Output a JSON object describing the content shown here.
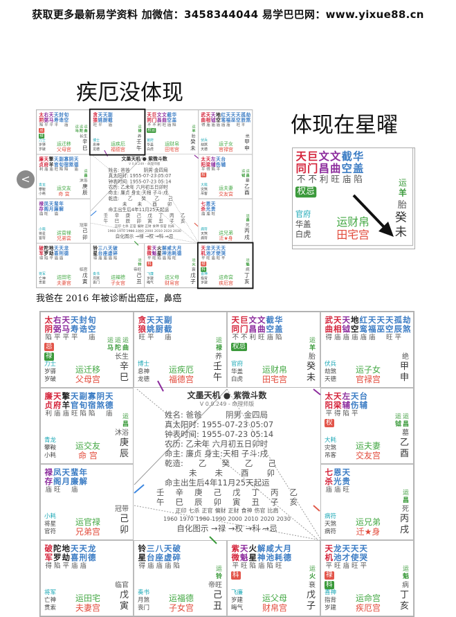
{
  "banner": "获取更多最新易学资料 加微信：3458344044 易学巴巴网：www.yixue88.cn",
  "heading_left": "疾厄没体现",
  "heading_right": "体现在星曜",
  "caption": "我爸在 2016 年被诊断出癌症，鼻癌",
  "carousel_prev": "<",
  "colors": {
    "main": "#d4233a",
    "aux": "#8b2a9c",
    "minor": "#3b7cc4",
    "sha": "#222222",
    "yun": "#44a844",
    "palace": "#e24a3a",
    "highlight_frame": "#111111"
  },
  "highlighted_palaces": [
    "午",
    "亥"
  ],
  "center": {
    "title": "文墨天机 ● 紫微斗数",
    "version": "V 0.9.249 - 命理师版",
    "lines": [
      "姓名: 爸爸　　　阴男 金四局",
      "真太阳时: 1955-07-23 05:07",
      "钟表时间: 1955-07-23 05:14",
      "农历: 乙未年 六月初五日卯时",
      "命主: 廉贞 身主:天相 子斗:戌"
    ],
    "bazi_label": "乾造:",
    "bazi_stems": [
      "乙",
      "癸",
      "乙",
      "己"
    ],
    "bazi_branches": [
      "未",
      "未",
      "酉",
      "卯"
    ],
    "qiyun": "命主出生后4年11月25天起运",
    "dayun_stems": [
      "壬",
      "辛",
      "庚",
      "己",
      "戊",
      "丁",
      "丙",
      "乙"
    ],
    "dayun_branches": [
      "午",
      "巳",
      "辰",
      "卯",
      "寅",
      "丑",
      "子",
      "亥"
    ],
    "dayun_gods": [
      "正印",
      "七杀",
      "正官",
      "偏财",
      "正财",
      "食神",
      "伤官",
      "比肩"
    ],
    "dayun_years": [
      "1960",
      "1970",
      "1980",
      "1990",
      "2000",
      "2010",
      "2020",
      "2030"
    ],
    "sihua_legend": "自化图示 →禄 →权 →科 →忌"
  },
  "palaces": [
    {
      "branch": "巳",
      "stem": "辛",
      "stage": "长生",
      "stars": [
        {
          "n": "太阴",
          "br": "陷",
          "c": "main"
        },
        {
          "n": "右弼",
          "br": "平",
          "c": "aux"
        },
        {
          "n": "天马",
          "br": "平",
          "c": "aux"
        },
        {
          "n": "天寿",
          "br": "平",
          "c": "minor"
        },
        {
          "n": "封诰",
          "br": "",
          "c": "minor"
        },
        {
          "n": "旬空",
          "br": "庙",
          "c": "minor"
        }
      ],
      "sihua": [
        {
          "l": "忌",
          "c": "red"
        },
        {
          "l": "禄",
          "c": "green"
        }
      ],
      "yun": [
        "运马",
        "运陀",
        "运曲"
      ],
      "minor": [
        "力士",
        "岁驿",
        "岁破"
      ],
      "yun_name": "运迁移",
      "palace": "父母宫"
    },
    {
      "branch": "午",
      "stem": "壬",
      "stage": "养",
      "stars": [
        {
          "n": "贪狼",
          "br": "旺",
          "c": "main"
        },
        {
          "n": "天姚",
          "br": "平",
          "c": "minor"
        },
        {
          "n": "天厨",
          "br": "",
          "c": "minor"
        },
        {
          "n": "副截",
          "br": "庙",
          "c": "minor"
        }
      ],
      "sihua": [],
      "yun": [
        "运禄"
      ],
      "minor": [
        "博士",
        "息神",
        "龙德"
      ],
      "yun_name": "运疾厄",
      "palace": "福德宫"
    },
    {
      "branch": "未",
      "stem": "癸",
      "stage": "胎",
      "stars": [
        {
          "n": "天同",
          "br": "不",
          "c": "main"
        },
        {
          "n": "巨门",
          "br": "不",
          "c": "main"
        },
        {
          "n": "文昌",
          "br": "利",
          "c": "aux"
        },
        {
          "n": "文曲",
          "br": "旺",
          "c": "aux"
        },
        {
          "n": "截空",
          "br": "庙",
          "c": "minor"
        },
        {
          "n": "华盖",
          "br": "陷",
          "c": "minor"
        }
      ],
      "sihua": [
        {
          "l": "权忌",
          "c": "green"
        }
      ],
      "yun": [
        "运羊"
      ],
      "minor": [
        "官府",
        "华盖",
        "白虎"
      ],
      "yun_name": "运财帛",
      "palace": "田宅宫"
    },
    {
      "branch": "申",
      "stem": "甲",
      "stage": "绝",
      "stars": [
        {
          "n": "武曲",
          "br": "得",
          "c": "main"
        },
        {
          "n": "天相",
          "br": "庙",
          "c": "main"
        },
        {
          "n": "天钺",
          "br": "庙",
          "c": "aux"
        },
        {
          "n": "地空",
          "br": "庙",
          "c": "sha"
        },
        {
          "n": "红鸾",
          "br": "庙",
          "c": "minor"
        },
        {
          "n": "天福",
          "br": "庙",
          "c": "minor"
        },
        {
          "n": "天巫",
          "br": "",
          "c": "minor"
        },
        {
          "n": "天空",
          "br": "旺",
          "c": "minor"
        },
        {
          "n": "孤辰",
          "br": "平",
          "c": "minor"
        },
        {
          "n": "劫煞",
          "br": "",
          "c": "minor"
        }
      ],
      "sihua": [],
      "yun": [],
      "minor": [
        "伏兵",
        "劫煞",
        "天德"
      ],
      "yun_name": "运子女",
      "palace": "官禄宫"
    },
    {
      "branch": "辰",
      "stem": "庚",
      "stage": "沐浴",
      "stars": [
        {
          "n": "廉贞",
          "br": "利",
          "c": "main"
        },
        {
          "n": "天府",
          "br": "庙",
          "c": "main"
        },
        {
          "n": "擎羊",
          "br": "庙",
          "c": "sha"
        },
        {
          "n": "天官",
          "br": "旺",
          "c": "minor"
        },
        {
          "n": "副旬",
          "br": "陷",
          "c": "minor"
        },
        {
          "n": "寡宿",
          "br": "陷",
          "c": "minor"
        },
        {
          "n": "阴煞",
          "br": "",
          "c": "minor"
        },
        {
          "n": "天德",
          "br": "庙",
          "c": "minor"
        }
      ],
      "sihua": [],
      "yun": [
        "运昌"
      ],
      "minor": [
        "青龙",
        "攀鞍",
        "小耗"
      ],
      "yun_name": "运交友",
      "palace": "命 宫"
    },
    {
      "branch": "酉",
      "stem": "乙",
      "stage": "墓",
      "stars": [
        {
          "n": "太阳",
          "br": "平",
          "c": "main"
        },
        {
          "n": "天梁",
          "br": "得",
          "c": "main"
        },
        {
          "n": "左辅",
          "br": "陷",
          "c": "aux"
        },
        {
          "n": "天伤",
          "br": "平",
          "c": "minor"
        },
        {
          "n": "台辅",
          "br": "",
          "c": "minor"
        }
      ],
      "sihua": [
        {
          "l": "权",
          "c": "red"
        }
      ],
      "yun": [
        "运钺",
        "运昌"
      ],
      "minor": [
        "大耗",
        "灾煞",
        "吊客"
      ],
      "yun_name": "运夫妻",
      "palace": "交友宫"
    },
    {
      "branch": "卯",
      "stem": "己",
      "stage": "冠带",
      "stars": [
        {
          "n": "禄存",
          "br": "庙",
          "c": "aux"
        },
        {
          "n": "凤阁",
          "br": "旺",
          "c": "minor"
        },
        {
          "n": "天月",
          "br": "",
          "c": "minor"
        },
        {
          "n": "蜚廉",
          "br": "庙",
          "c": "minor"
        },
        {
          "n": "年解",
          "br": "",
          "c": "minor"
        }
      ],
      "sihua": [],
      "yun": [],
      "minor": [
        "小耗",
        "将星",
        "官符"
      ],
      "yun_name": "运官禄",
      "palace": "兄弟宫"
    },
    {
      "branch": "戌",
      "stem": "丙",
      "stage": "死",
      "stars": [
        {
          "n": "七杀",
          "br": "庙",
          "c": "main"
        },
        {
          "n": "恩光",
          "br": "庙",
          "c": "minor"
        },
        {
          "n": "天贵",
          "br": "旺",
          "c": "minor"
        }
      ],
      "sihua": [],
      "yun": [
        "运昌"
      ],
      "minor": [
        "病符",
        "天煞",
        "病符"
      ],
      "yun_name": "运兄弟",
      "palace": "迁★身"
    },
    {
      "branch": "寅",
      "stem": "戊",
      "stage": "临官",
      "stars": [
        {
          "n": "破军",
          "br": "得",
          "c": "main"
        },
        {
          "n": "陀罗",
          "br": "陷",
          "c": "sha"
        },
        {
          "n": "地劫",
          "br": "平",
          "c": "sha"
        },
        {
          "n": "天喜",
          "br": "庙",
          "c": "minor"
        },
        {
          "n": "天刑",
          "br": "庙",
          "c": "minor"
        },
        {
          "n": "龙德",
          "br": "",
          "c": "minor"
        }
      ],
      "sihua": [],
      "yun": [],
      "minor": [
        "将军",
        "亡神",
        "贯索"
      ],
      "yun_name": "运田宅",
      "palace": "夫妻宫"
    },
    {
      "branch": "丑",
      "stem": "己",
      "stage": "帝旺",
      "stars": [
        {
          "n": "铃星",
          "br": "得",
          "c": "sha"
        },
        {
          "n": "三台",
          "br": "庙",
          "c": "minor"
        },
        {
          "n": "八座",
          "br": "庙",
          "c": "minor"
        },
        {
          "n": "天虚",
          "br": "庙",
          "c": "minor"
        },
        {
          "n": "破碎",
          "br": "陷",
          "c": "minor"
        }
      ],
      "sihua": [],
      "yun": [
        "运铃"
      ],
      "minor": [
        "奏书",
        "月煞",
        "丧门"
      ],
      "yun_name": "运福德",
      "palace": "子女宫"
    },
    {
      "branch": "子",
      "stem": "戊",
      "stage": "衰",
      "stars": [
        {
          "n": "紫微",
          "br": "平",
          "c": "main"
        },
        {
          "n": "天魁",
          "br": "旺",
          "c": "aux"
        },
        {
          "n": "火星",
          "br": "陷",
          "c": "sha"
        },
        {
          "n": "解神",
          "br": "庙",
          "c": "minor"
        },
        {
          "n": "咸池",
          "br": "陷",
          "c": "minor"
        },
        {
          "n": "大耗",
          "br": "旺",
          "c": "minor"
        },
        {
          "n": "月德",
          "br": "",
          "c": "minor"
        }
      ],
      "sihua": [
        {
          "l": "科",
          "c": "red"
        }
      ],
      "yun": [
        "运火"
      ],
      "minor": [
        "飞廉",
        "岁建",
        "晦气"
      ],
      "yun_name": "运父母",
      "palace": "财帛宫"
    },
    {
      "branch": "亥",
      "stem": "丁",
      "stage": "病",
      "stars": [
        {
          "n": "天机",
          "br": "平",
          "c": "main"
        },
        {
          "n": "龙池",
          "br": "旺",
          "c": "minor"
        },
        {
          "n": "天才",
          "br": "庙",
          "c": "minor"
        },
        {
          "n": "天使",
          "br": "旺",
          "c": "minor"
        },
        {
          "n": "天哭",
          "br": "平",
          "c": "minor"
        }
      ],
      "sihua": [
        {
          "l": "禄",
          "c": "red"
        },
        {
          "l": "科",
          "c": "green"
        }
      ],
      "yun": [
        "运魁"
      ],
      "minor": [
        "喜神",
        "指背",
        "岁建"
      ],
      "yun_name": "运命宫",
      "palace": "疾厄宫"
    }
  ]
}
